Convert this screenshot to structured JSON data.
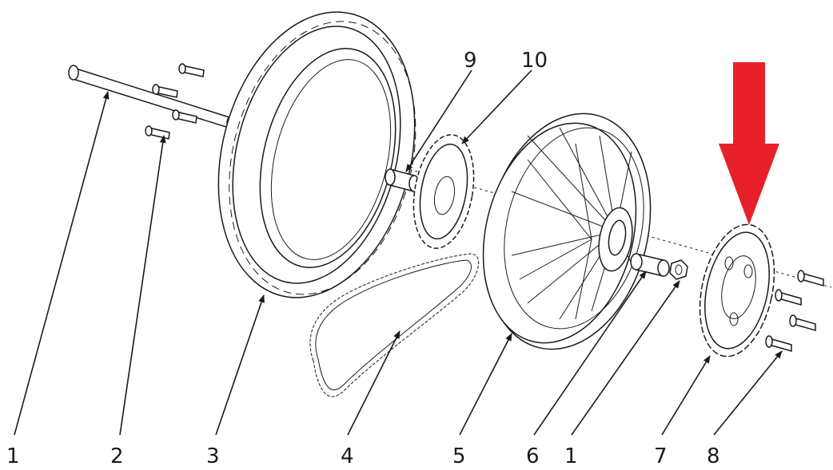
{
  "callouts": [
    {
      "label": "1"
    },
    {
      "label": "2"
    },
    {
      "label": "3"
    },
    {
      "label": "4"
    },
    {
      "label": "5"
    },
    {
      "label": "6"
    },
    {
      "label": "1"
    },
    {
      "label": "7"
    },
    {
      "label": "8"
    },
    {
      "label": "9"
    },
    {
      "label": "10"
    }
  ],
  "highlight_arrow": {
    "color": "#e8202a",
    "target": "brake-disc"
  }
}
